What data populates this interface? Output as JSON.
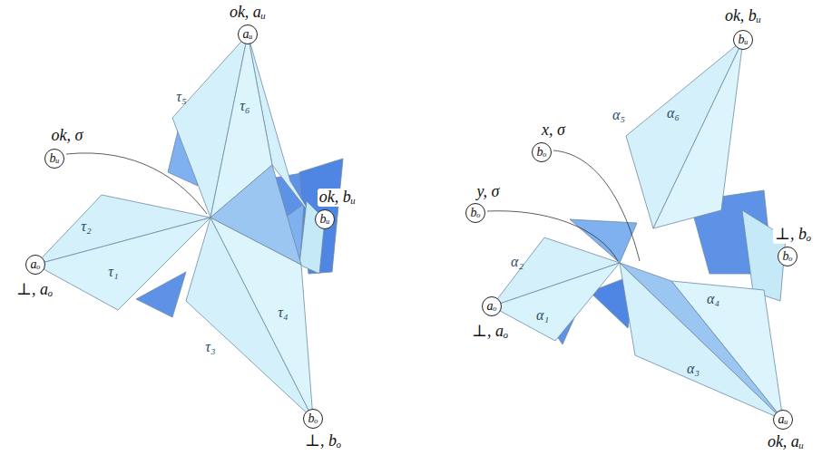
{
  "diagram": {
    "nodes": [
      {
        "text": [
          "ok, aᵤ",
          "aᵤ"
        ]
      },
      {
        "text": [
          "ok, σ",
          "bᵤ"
        ]
      },
      {
        "text": [
          "ok, bᵤ",
          "bᵤ"
        ]
      },
      {
        "text": [
          "⊥, aₒ",
          "aₒ"
        ]
      },
      {
        "text": [
          "⊥, bₒ",
          "bₒ"
        ]
      },
      {
        "text": [
          "ok, bᵤ",
          "bᵤ"
        ]
      },
      {
        "text": [
          "x, σ",
          "bₒ"
        ]
      },
      {
        "text": [
          "y, σ",
          "bₒ"
        ]
      },
      {
        "text": [
          "⊥, aₒ",
          "aₒ"
        ]
      },
      {
        "text": [
          "⊥, bₒ",
          "bₒ"
        ]
      },
      {
        "text": [
          "ok, aᵤ",
          "aᵤ"
        ]
      }
    ],
    "labels": [
      "τ₅",
      "τ₆",
      "τ₂",
      "τ₁",
      "τ₄",
      "τ₃",
      "α₅",
      "α₆",
      "α₂",
      "α₁",
      "α₄",
      "α₃"
    ]
  }
}
